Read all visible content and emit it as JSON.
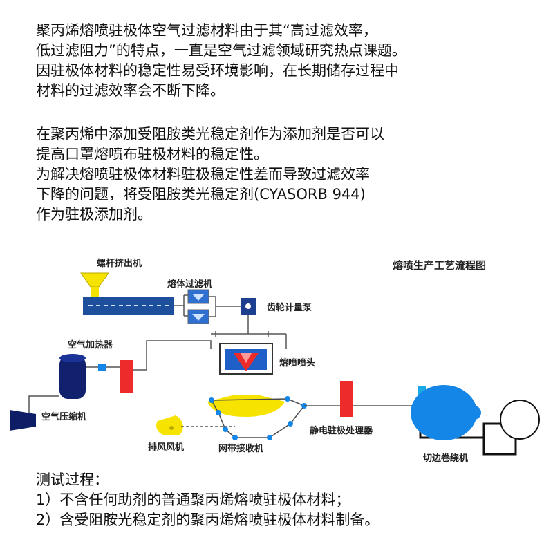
{
  "intro": {
    "lines": [
      "聚丙烯熔喷驻极体空气过滤材料由于其“高过滤效率，",
      "低过滤阻力”的特点，一直是空气过滤领域研究热点课题。",
      "因驻极体材料的稳定性易受环境影响，在长期储存过程中",
      "材料的过滤效率会不断下降。"
    ]
  },
  "method": {
    "lines": [
      "在聚丙烯中添加受阻胺类光稳定剂作为添加剂是否可以",
      "提高口罩熔喷布驻极材料的稳定性。",
      "为解决熔喷驻极体材料驻极稳定性差而导致过滤效率",
      "下降的问题，将受阻胺类光稳定剂(CYASORB 944)",
      "作为驻极添加剂。"
    ]
  },
  "diagram": {
    "title": "熔喷生产工艺流程图",
    "labels": {
      "screw_extruder": "螺杆挤出机",
      "melt_filter": "熔体过滤机",
      "gear_pump": "齿轮计量泵",
      "air_heater": "空气加热器",
      "die_head": "熔喷喷头",
      "air_compressor": "空气压缩机",
      "electret_processor": "静电驻极处理器",
      "exhaust_fan": "排风风机",
      "mesh_belt": "网带接收机",
      "winder": "切边卷绕机"
    },
    "colors": {
      "steel_blue": "#1e4f9c",
      "bright_blue": "#1486e8",
      "yellow": "#f6e400",
      "red": "#ee2b2b",
      "navy": "#11216e",
      "cyan": "#19a9e6"
    }
  },
  "test": {
    "heading": "测试过程：",
    "items": [
      "1）不含任何助剂的普通聚丙烯熔喷驻极体材料；",
      "2）含受阻胺光稳定剂的聚丙烯熔喷驻极体材料制备。"
    ]
  }
}
